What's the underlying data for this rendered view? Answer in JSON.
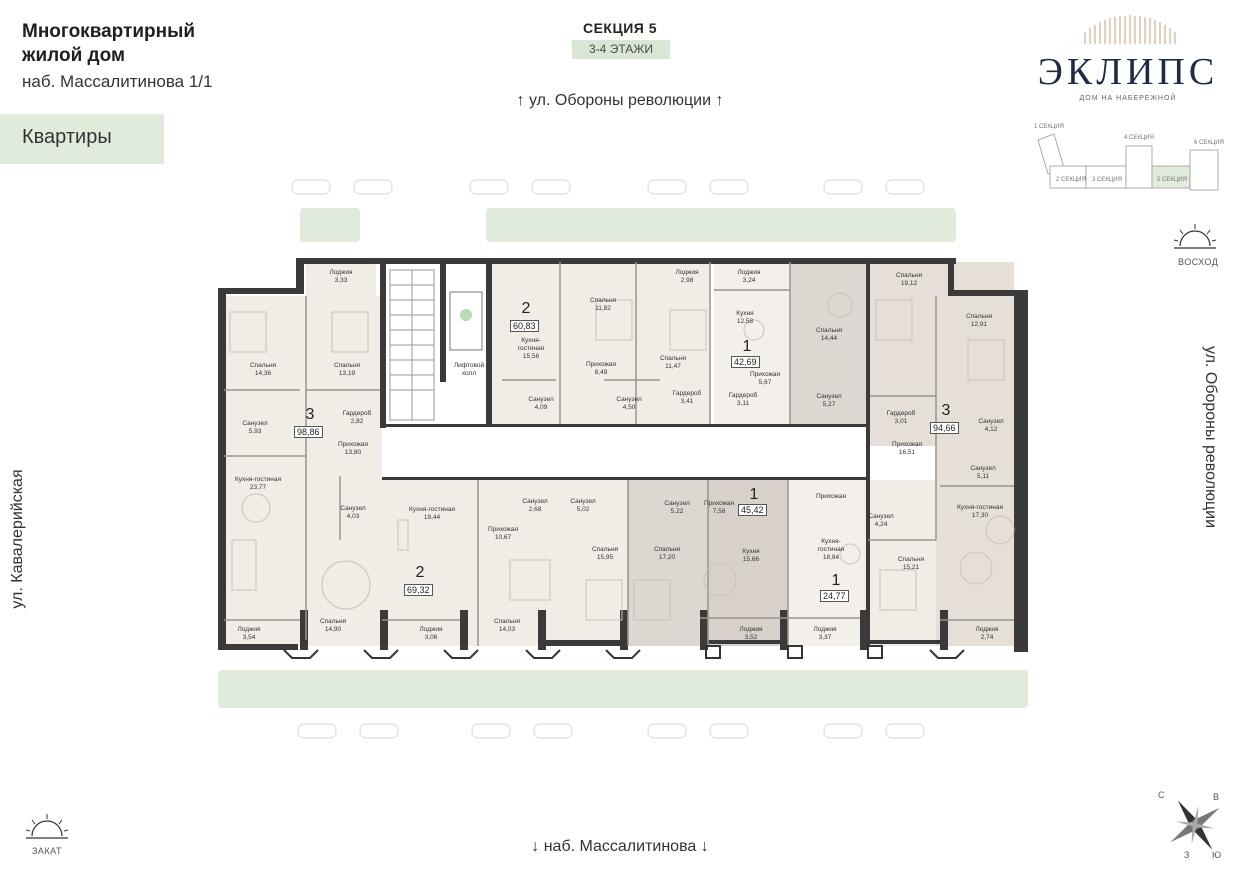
{
  "header": {
    "title_line1": "Многоквартирный",
    "title_line2": "жилой дом",
    "address": "наб. Массалитинова 1/1",
    "tab_label": "Квартиры",
    "section_title": "СЕКЦИЯ 5",
    "floors": "3-4 ЭТАЖИ"
  },
  "logo": {
    "name": "ЭКЛИПС",
    "tagline": "ДОМ НА НАБЕРЕЖНОЙ"
  },
  "streets": {
    "top": "ул. Обороны революции",
    "bottom": "наб. Массалитинова",
    "left": "ул. Кавалерийская",
    "right": "ул. Обороны революции"
  },
  "sun": {
    "east": "ВОСХОД",
    "west": "ЗАКАТ"
  },
  "compass": {
    "n": "С",
    "e": "В",
    "w": "З",
    "s": "Ю"
  },
  "key_plan": {
    "s1": "1 СЕКЦИЯ",
    "s2": "2 СЕКЦИЯ",
    "s3": "3 СЕКЦИЯ",
    "s4": "4 СЕКЦИЯ",
    "s5": "5 СЕКЦИЯ",
    "s6": "6 СЕКЦИЯ"
  },
  "apartments": [
    {
      "rooms": "3",
      "area": "98,86"
    },
    {
      "rooms": "2",
      "area": "60,83"
    },
    {
      "rooms": "1",
      "area": "42,69"
    },
    {
      "rooms": "3",
      "area": "94,66"
    },
    {
      "rooms": "2",
      "area": "69,32"
    },
    {
      "rooms": "1",
      "area": "45,42"
    },
    {
      "rooms": "1",
      "area": "24,77"
    }
  ],
  "rooms_top": [
    {
      "name": "Лоджия",
      "area": "3,33"
    },
    {
      "name": "Спальня",
      "area": "14,36"
    },
    {
      "name": "Спальня",
      "area": "13,19"
    },
    {
      "name": "Гардероб",
      "area": "2,82"
    },
    {
      "name": "Санузел",
      "area": "5,93"
    },
    {
      "name": "Прихожая",
      "area": "13,80"
    },
    {
      "name": "Лифтовой",
      "area": "холл"
    },
    {
      "name": "Кухня-",
      "area": "гостиная"
    },
    {
      "name": "",
      "area": "15,56"
    },
    {
      "name": "Спальня",
      "area": "11,82"
    },
    {
      "name": "Прихожая",
      "area": "8,49"
    },
    {
      "name": "Санузел",
      "area": "4,09"
    },
    {
      "name": "Санузел",
      "area": "4,50"
    },
    {
      "name": "Лоджия",
      "area": "2,98"
    },
    {
      "name": "Спальня",
      "area": "11,47"
    },
    {
      "name": "Гардероб",
      "area": "3,41"
    },
    {
      "name": "Лоджия",
      "area": "3,24"
    },
    {
      "name": "Кухня",
      "area": "12,58"
    },
    {
      "name": "Прихожая",
      "area": "5,67"
    },
    {
      "name": "Гардероб",
      "area": "3,11"
    },
    {
      "name": "Спальня",
      "area": "14,44"
    },
    {
      "name": "Санузел",
      "area": "5,27"
    },
    {
      "name": "Спальня",
      "area": "19,12"
    },
    {
      "name": "Спальня",
      "area": "12,91"
    },
    {
      "name": "Гардероб",
      "area": "3,01"
    },
    {
      "name": "Санузел",
      "area": "4,12"
    },
    {
      "name": "Прихожая",
      "area": "16,51"
    },
    {
      "name": "Санузел",
      "area": "5,11"
    }
  ],
  "rooms_bottom": [
    {
      "name": "Кухня-гостиная",
      "area": "23,77"
    },
    {
      "name": "Санузел",
      "area": "4,03"
    },
    {
      "name": "Лоджия",
      "area": "3,54"
    },
    {
      "name": "Спальня",
      "area": "14,90"
    },
    {
      "name": "Кухня-гостиная",
      "area": "19,44"
    },
    {
      "name": "Лоджия",
      "area": "3,06"
    },
    {
      "name": "Прихожая",
      "area": "10,67"
    },
    {
      "name": "Санузел",
      "area": "2,68"
    },
    {
      "name": "Санузел",
      "area": "5,02"
    },
    {
      "name": "Спальня",
      "area": "14,03"
    },
    {
      "name": "Спальня",
      "area": "15,95"
    },
    {
      "name": "Спальня",
      "area": "17,20"
    },
    {
      "name": "Санузел",
      "area": "5,22"
    },
    {
      "name": "Прихожая",
      "area": "7,58"
    },
    {
      "name": "Кухня",
      "area": "15,66"
    },
    {
      "name": "Лоджия",
      "area": "3,52"
    },
    {
      "name": "Прихожая",
      "area": ""
    },
    {
      "name": "Кухня-",
      "area": "гостиная"
    },
    {
      "name": "",
      "area": "18,84"
    },
    {
      "name": "Лоджия",
      "area": "3,37"
    },
    {
      "name": "Санузел",
      "area": "4,24"
    },
    {
      "name": "Спальня",
      "area": "15,21"
    },
    {
      "name": "Кухня-гостиная",
      "area": "17,30"
    },
    {
      "name": "Лоджия",
      "area": "2,74"
    }
  ]
}
